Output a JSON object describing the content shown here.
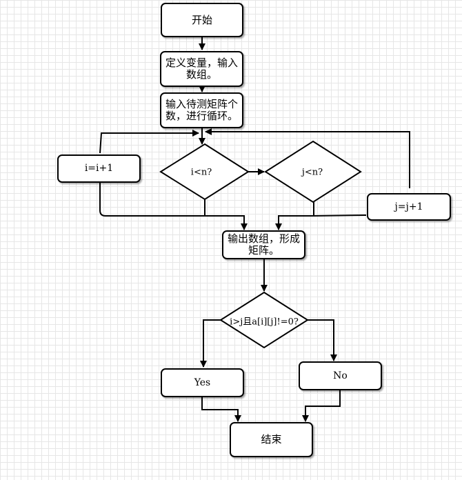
{
  "nodes": {
    "start": "开始",
    "define": "定义变量，输入数组。",
    "input_count": "输入待测矩阵个数，进行循环。",
    "i_inc": "i=i+1",
    "cond_i": "i<n?",
    "cond_j": "j<n?",
    "j_inc": "j=j+1",
    "output": "输出数组，形成矩阵。",
    "cond_main": "i>j且a[i][j]!=0?",
    "yes": "Yes",
    "no": "No",
    "end": "结束"
  }
}
